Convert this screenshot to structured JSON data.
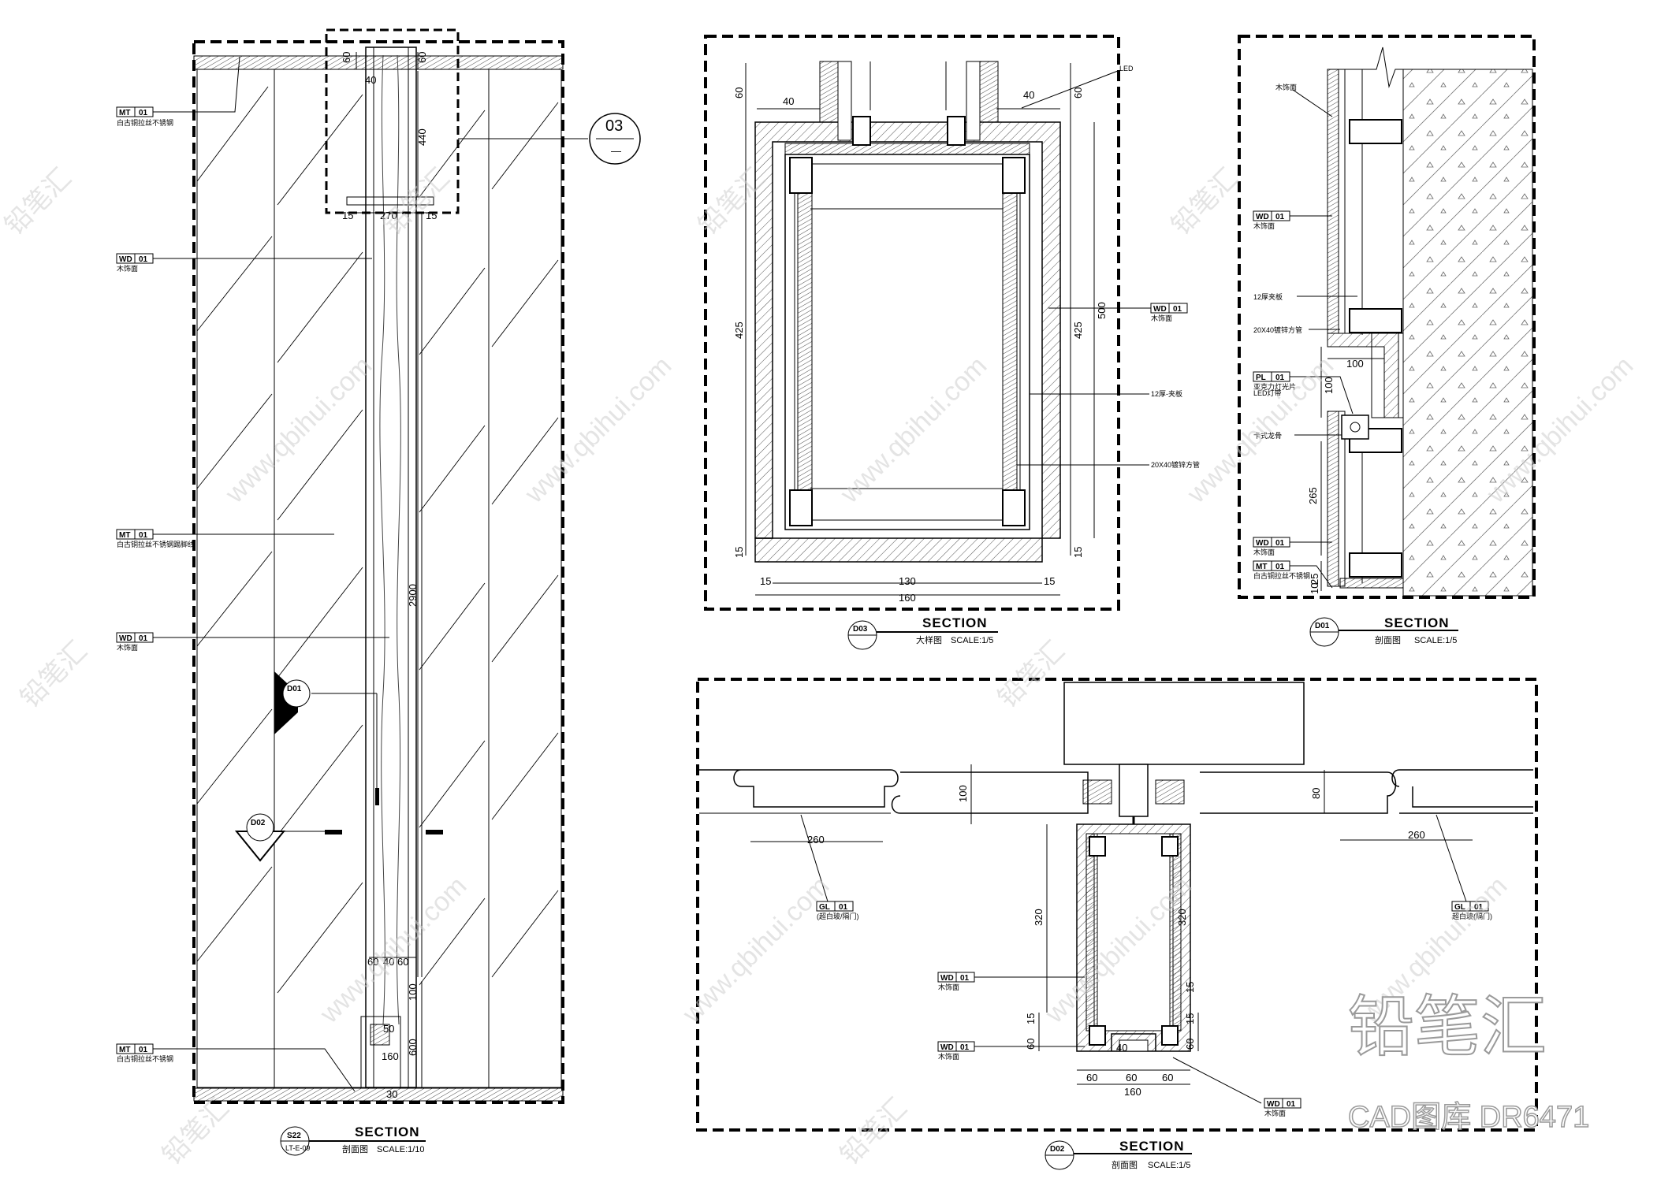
{
  "panels": {
    "s22": {
      "title": "SECTION",
      "subtitle": "剖面图",
      "scale": "SCALE:1/10",
      "bubble_top": "S22",
      "bubble_bottom": "LT-E-09",
      "callout": "03",
      "callout_d01": "D01",
      "callout_d02": "D02",
      "dims": [
        "60",
        "60",
        "40",
        "440",
        "15",
        "270",
        "15",
        "2900",
        "60",
        "40",
        "60",
        "100",
        "50",
        "160",
        "600",
        "30"
      ],
      "tags": [
        {
          "code": "MT",
          "num": "01",
          "note": "白古铜拉丝不锈钢"
        },
        {
          "code": "WD",
          "num": "01",
          "note": "木饰面"
        },
        {
          "code": "MT",
          "num": "01",
          "note": "白古铜拉丝不锈钢踢脚线"
        },
        {
          "code": "WD",
          "num": "01",
          "note": "木饰面"
        },
        {
          "code": "MT",
          "num": "01",
          "note": "白古铜拉丝不锈钢"
        }
      ]
    },
    "d03": {
      "title": "SECTION",
      "subtitle": "大样图",
      "scale": "SCALE:1/5",
      "bubble": "D03",
      "dims": [
        "60",
        "40",
        "40",
        "60",
        "425",
        "425",
        "500",
        "15",
        "15",
        "15",
        "130",
        "15",
        "160"
      ],
      "notes": [
        "LED",
        "木饰面",
        "12厚-夹板",
        "20X40镀锌方管"
      ],
      "tag": {
        "code": "WD",
        "num": "01"
      }
    },
    "d01": {
      "title": "SECTION",
      "subtitle": "剖面图",
      "scale": "SCALE:1/5",
      "bubble": "D01",
      "dims": [
        "100",
        "100",
        "265",
        "25",
        "10"
      ],
      "notes": [
        "木饰面",
        "12厚夹板",
        "20X40镀锌方管",
        "LED灯带",
        "卡式龙骨"
      ],
      "tags": [
        {
          "code": "WD",
          "num": "01",
          "note": "木饰面"
        },
        {
          "code": "PL",
          "num": "01",
          "note": "亚克力灯光片"
        },
        {
          "code": "WD",
          "num": "01",
          "note": "木饰面"
        },
        {
          "code": "MT",
          "num": "01",
          "note": "白古铜拉丝不锈钢"
        }
      ]
    },
    "d02": {
      "title": "SECTION",
      "subtitle": "剖面图",
      "scale": "SCALE:1/5",
      "bubble": "D02",
      "dims": [
        "100",
        "80",
        "260",
        "260",
        "320",
        "320",
        "15",
        "15",
        "15",
        "60",
        "60",
        "60",
        "40",
        "60",
        "60",
        "160"
      ],
      "tags": [
        {
          "code": "GL",
          "num": "01",
          "note": "(超白玻/隔门)"
        },
        {
          "code": "GL",
          "num": "01",
          "note": "超白玻(隔门)"
        },
        {
          "code": "WD",
          "num": "01",
          "note": "木饰面"
        },
        {
          "code": "WD",
          "num": "01",
          "note": "木饰面"
        },
        {
          "code": "WD",
          "num": "01",
          "note": "木饰面"
        }
      ]
    }
  },
  "watermark": {
    "url": "www.qbihui.com",
    "brand": "铅笔汇",
    "library": "CAD图库 DR6471"
  }
}
